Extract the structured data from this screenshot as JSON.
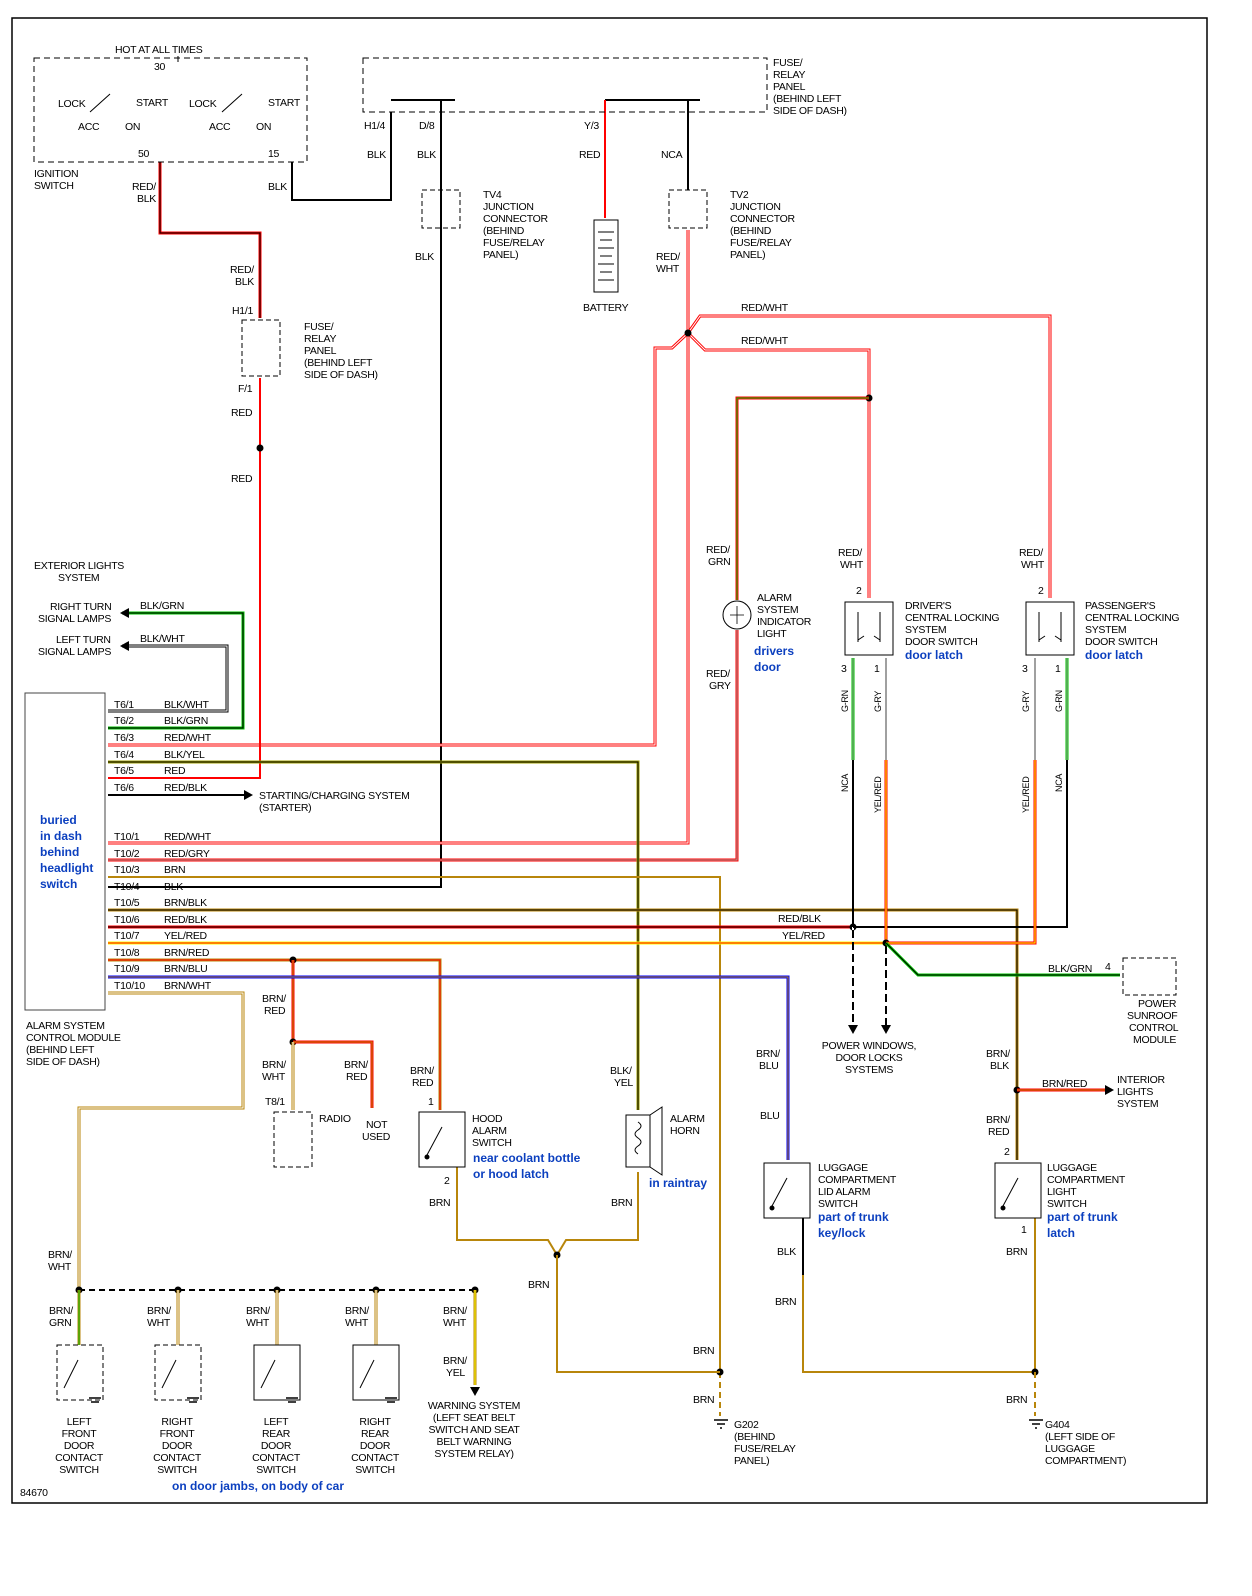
{
  "figure_number": "84670",
  "colors": {
    "red": "#ff0000",
    "green": "#00c000",
    "brown": "#b8860b",
    "olive": "#a0a000",
    "blue": "#0000ff",
    "gray": "#a0a0a0",
    "black": "#000000",
    "yellow": "#ffff00",
    "white": "#ffffff",
    "annotation_blue": "#0b3fbf"
  },
  "ignition": {
    "hot": "HOT AT ALL TIMES",
    "p30": "30",
    "lock1": "LOCK",
    "start1": "START",
    "acc1": "ACC",
    "on1": "ON",
    "lock2": "LOCK",
    "start2": "START",
    "acc2": "ACC",
    "on2": "ON",
    "p50": "50",
    "p15": "15",
    "name": [
      "IGNITION",
      "SWITCH"
    ],
    "w50": [
      "RED/",
      "BLK"
    ],
    "w15": "BLK"
  },
  "fuse_top": {
    "name": [
      "FUSE/",
      "RELAY",
      "PANEL",
      "(BEHIND LEFT",
      "SIDE OF DASH)"
    ],
    "h14": "H1/4",
    "d8": "D/8",
    "y3": "Y/3",
    "nca": "NCA",
    "w1": "BLK",
    "w2": "BLK",
    "w3": "RED"
  },
  "tv4": {
    "name": [
      "TV4",
      "JUNCTION",
      "CONNECTOR",
      "(BEHIND",
      "FUSE/RELAY",
      "PANEL)"
    ],
    "w": "BLK"
  },
  "battery": "BATTERY",
  "tv2": {
    "name": [
      "TV2",
      "JUNCTION",
      "CONNECTOR",
      "(BEHIND",
      "FUSE/RELAY",
      "PANEL)"
    ],
    "w": [
      "RED/",
      "WHT"
    ]
  },
  "splice": {
    "w1": "RED/WHT",
    "w2": "RED/WHT"
  },
  "fuse_mid": {
    "w_in": [
      "RED/",
      "BLK"
    ],
    "h11": "H1/1",
    "f1": "F/1",
    "name": [
      "FUSE/",
      "RELAY",
      "PANEL",
      "(BEHIND LEFT",
      "SIDE OF DASH)"
    ],
    "w_out1": "RED",
    "w_out2": "RED"
  },
  "exterior": {
    "name": [
      "EXTERIOR LIGHTS",
      "SYSTEM"
    ],
    "right": [
      "RIGHT TURN",
      "SIGNAL LAMPS"
    ],
    "left": [
      "LEFT TURN",
      "SIGNAL LAMPS"
    ],
    "w_right": "BLK/GRN",
    "w_left": "BLK/WHT"
  },
  "module": {
    "name": [
      "ALARM SYSTEM",
      "CONTROL MODULE",
      "(BEHIND LEFT",
      "SIDE OF DASH)"
    ],
    "note": [
      "buried",
      "in dash",
      "behind",
      "headlight",
      "switch"
    ],
    "t6": [
      [
        "T6/1",
        "BLK/WHT"
      ],
      [
        "T6/2",
        "BLK/GRN"
      ],
      [
        "T6/3",
        "RED/WHT"
      ],
      [
        "T6/4",
        "BLK/YEL"
      ],
      [
        "T6/5",
        "RED"
      ],
      [
        "T6/6",
        "RED/BLK"
      ]
    ],
    "t10": [
      [
        "T10/1",
        "RED/WHT"
      ],
      [
        "T10/2",
        "RED/GRY"
      ],
      [
        "T10/3",
        "BRN"
      ],
      [
        "T10/4",
        "BLK"
      ],
      [
        "T10/5",
        "BRN/BLK"
      ],
      [
        "T10/6",
        "RED/BLK"
      ],
      [
        "T10/7",
        "YEL/RED"
      ],
      [
        "T10/8",
        "BRN/RED"
      ],
      [
        "T10/9",
        "BRN/BLU"
      ],
      [
        "T10/10",
        "BRN/WHT"
      ]
    ]
  },
  "starter": [
    "STARTING/CHARGING SYSTEM",
    "(STARTER)"
  ],
  "indicator": {
    "w_in": [
      "RED/",
      "GRN"
    ],
    "name": [
      "ALARM",
      "SYSTEM",
      "INDICATOR",
      "LIGHT"
    ],
    "note": [
      "drivers",
      "door"
    ],
    "w_out": [
      "RED/",
      "GRY"
    ]
  },
  "driver_switch": {
    "w_in": [
      "RED/",
      "WHT"
    ],
    "p2": "2",
    "p3": "3",
    "p1": "1",
    "name": [
      "DRIVER'S",
      "CENTRAL LOCKING",
      "SYSTEM",
      "DOOR SWITCH"
    ],
    "note": "door latch",
    "w3a": "G-RN",
    "w1a": "G-RY",
    "w3b": "NCA",
    "w1b": "YEL/RED"
  },
  "pass_switch": {
    "w_in": [
      "RED/",
      "WHT"
    ],
    "p2": "2",
    "p3": "3",
    "p1": "1",
    "name": [
      "PASSENGER'S",
      "CENTRAL LOCKING",
      "SYSTEM",
      "DOOR SWITCH"
    ],
    "note": "door latch",
    "w3a": "G-RY",
    "w1a": "G-RN",
    "w3b": "YEL/RED",
    "w1b": "NCA"
  },
  "bus": {
    "w1": "RED/BLK",
    "w2": "YEL/RED"
  },
  "sunroof": {
    "w": "BLK/GRN",
    "pin": "4",
    "name": [
      "POWER",
      "SUNROOF",
      "CONTROL",
      "MODULE"
    ]
  },
  "power_windows": [
    "POWER WINDOWS,",
    "DOOR LOCKS",
    "SYSTEMS"
  ],
  "radio": {
    "w1": [
      "BRN/",
      "RED"
    ],
    "w2": [
      "BRN/",
      "WHT"
    ],
    "w3": [
      "BRN/",
      "RED"
    ],
    "pin": "T8/1",
    "name": "RADIO",
    "not_used": [
      "NOT",
      "USED"
    ]
  },
  "hood": {
    "w_in": [
      "BRN/",
      "RED"
    ],
    "p1": "1",
    "name": [
      "HOOD",
      "ALARM",
      "SWITCH"
    ],
    "note": [
      "near coolant bottle",
      "or hood latch"
    ],
    "p2": "2",
    "w_out": "BRN"
  },
  "horn": {
    "w_in": [
      "BLK/",
      "YEL"
    ],
    "name": [
      "ALARM",
      "HORN"
    ],
    "note": "in raintray",
    "w_out": "BRN"
  },
  "lid_switch": {
    "w_in": [
      "BRN/",
      "BLU"
    ],
    "w_mid": "BLU",
    "name": [
      "LUGGAGE",
      "COMPARTMENT",
      "LID ALARM",
      "SWITCH"
    ],
    "note": [
      "part of trunk",
      "key/lock"
    ],
    "w_out1": "BLK",
    "w_out2": "BRN"
  },
  "light_switch": {
    "w_in": [
      "BRN/",
      "BLK"
    ],
    "w_int": "BRN/RED",
    "interior": [
      "INTERIOR",
      "LIGHTS",
      "SYSTEM"
    ],
    "w_in2": [
      "BRN/",
      "RED"
    ],
    "p2": "2",
    "name": [
      "LUGGAGE",
      "COMPARTMENT",
      "LIGHT",
      "SWITCH"
    ],
    "note": [
      "part of trunk",
      "latch"
    ],
    "p1": "1",
    "w_out": "BRN"
  },
  "grounds": {
    "w_j": "BRN",
    "w_g202a": "BRN",
    "w_g202b": "BRN",
    "g202": [
      "G202",
      "(BEHIND",
      "FUSE/RELAY",
      "PANEL)"
    ],
    "w_g404": "BRN",
    "g404": [
      "G404",
      "(LEFT SIDE OF",
      "LUGGAGE",
      "COMPARTMENT)"
    ]
  },
  "door_switches": {
    "w_bus": [
      "BRN/",
      "WHT"
    ],
    "items": [
      {
        "wire": [
          "BRN/",
          "GRN"
        ],
        "name": [
          "LEFT",
          "FRONT",
          "DOOR",
          "CONTACT",
          "SWITCH"
        ]
      },
      {
        "wire": [
          "BRN/",
          "WHT"
        ],
        "name": [
          "RIGHT",
          "FRONT",
          "DOOR",
          "CONTACT",
          "SWITCH"
        ]
      },
      {
        "wire": [
          "BRN/",
          "WHT"
        ],
        "name": [
          "LEFT",
          "REAR",
          "DOOR",
          "CONTACT",
          "SWITCH"
        ]
      },
      {
        "wire": [
          "BRN/",
          "WHT"
        ],
        "name": [
          "RIGHT",
          "REAR",
          "DOOR",
          "CONTACT",
          "SWITCH"
        ]
      }
    ],
    "note": "on door jambs, on body of car"
  },
  "warning": {
    "w1": [
      "BRN/",
      "WHT"
    ],
    "w2": [
      "BRN/",
      "YEL"
    ],
    "name": [
      "WARNING SYSTEM",
      "(LEFT SEAT BELT",
      "SWITCH AND SEAT",
      "BELT WARNING",
      "SYSTEM RELAY)"
    ]
  }
}
